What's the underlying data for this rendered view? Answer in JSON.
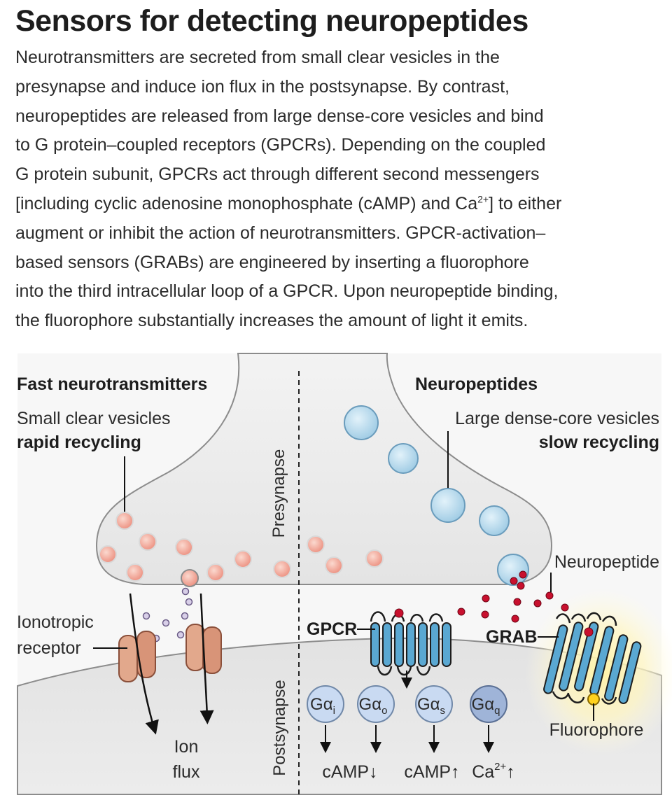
{
  "header": {
    "title": "Sensors for detecting neuropeptides",
    "caption_lines": [
      "Neurotransmitters are secreted from small clear vesicles in the",
      "presynapse and induce ion flux in the postsynapse. By contrast,",
      "neuropeptides are released from large dense-core vesicles and bind",
      "to G protein–coupled receptors (GPCRs). Depending on the coupled",
      "G protein subunit, GPCRs act through different second messengers",
      "[including cyclic adenosine monophosphate (cAMP) and Ca",
      "2+",
      "] to either",
      "augment or inhibit the action of neurotransmitters. GPCR-activation–",
      "based sensors (GRABs) are engineered by inserting a fluorophore",
      "into the third intracellular loop of a GPCR. Upon neuropeptide binding,",
      "the fluorophore substantially increases the amount of light it emits."
    ]
  },
  "diagram": {
    "left": {
      "heading": "Fast neurotransmitters",
      "vesicle_label": "Small clear vesicles",
      "vesicle_note": "rapid recycling",
      "receptor_label_1": "Ionotropic",
      "receptor_label_2": "receptor",
      "flux_label_1": "Ion",
      "flux_label_2": "flux"
    },
    "right": {
      "heading": "Neuropeptides",
      "vesicle_label": "Large dense-core vesicles",
      "vesicle_note": "slow recycling",
      "neuropeptide_label": "Neuropeptide",
      "gpcr_label": "GPCR",
      "grab_label": "GRAB",
      "fluorophore_label": "Fluorophore"
    },
    "presynapse_label": "Presynapse",
    "postsynapse_label": "Postsynapse",
    "g_proteins": [
      {
        "base": "Gα",
        "sub": "i",
        "output": "cAMP↓",
        "color": "#c9daf2"
      },
      {
        "base": "Gα",
        "sub": "o",
        "output": "",
        "color": "#c9daf2"
      },
      {
        "base": "Gα",
        "sub": "s",
        "output": "cAMP↑",
        "color": "#c9daf2"
      },
      {
        "base": "Gα",
        "sub": "q",
        "output": "Ca",
        "output_sup": "2+",
        "output_arrow": "↑",
        "color": "#9fb4d8"
      }
    ],
    "colors": {
      "terminal": "#e8e8e8",
      "small_vesicle": "#ef9f8f",
      "dcv": "#b7dcef",
      "receptor": "#e2a88c",
      "gpcr": "#5aa8d2",
      "peptide": "#c8102e",
      "fluorophore": "#ffd21f"
    }
  }
}
